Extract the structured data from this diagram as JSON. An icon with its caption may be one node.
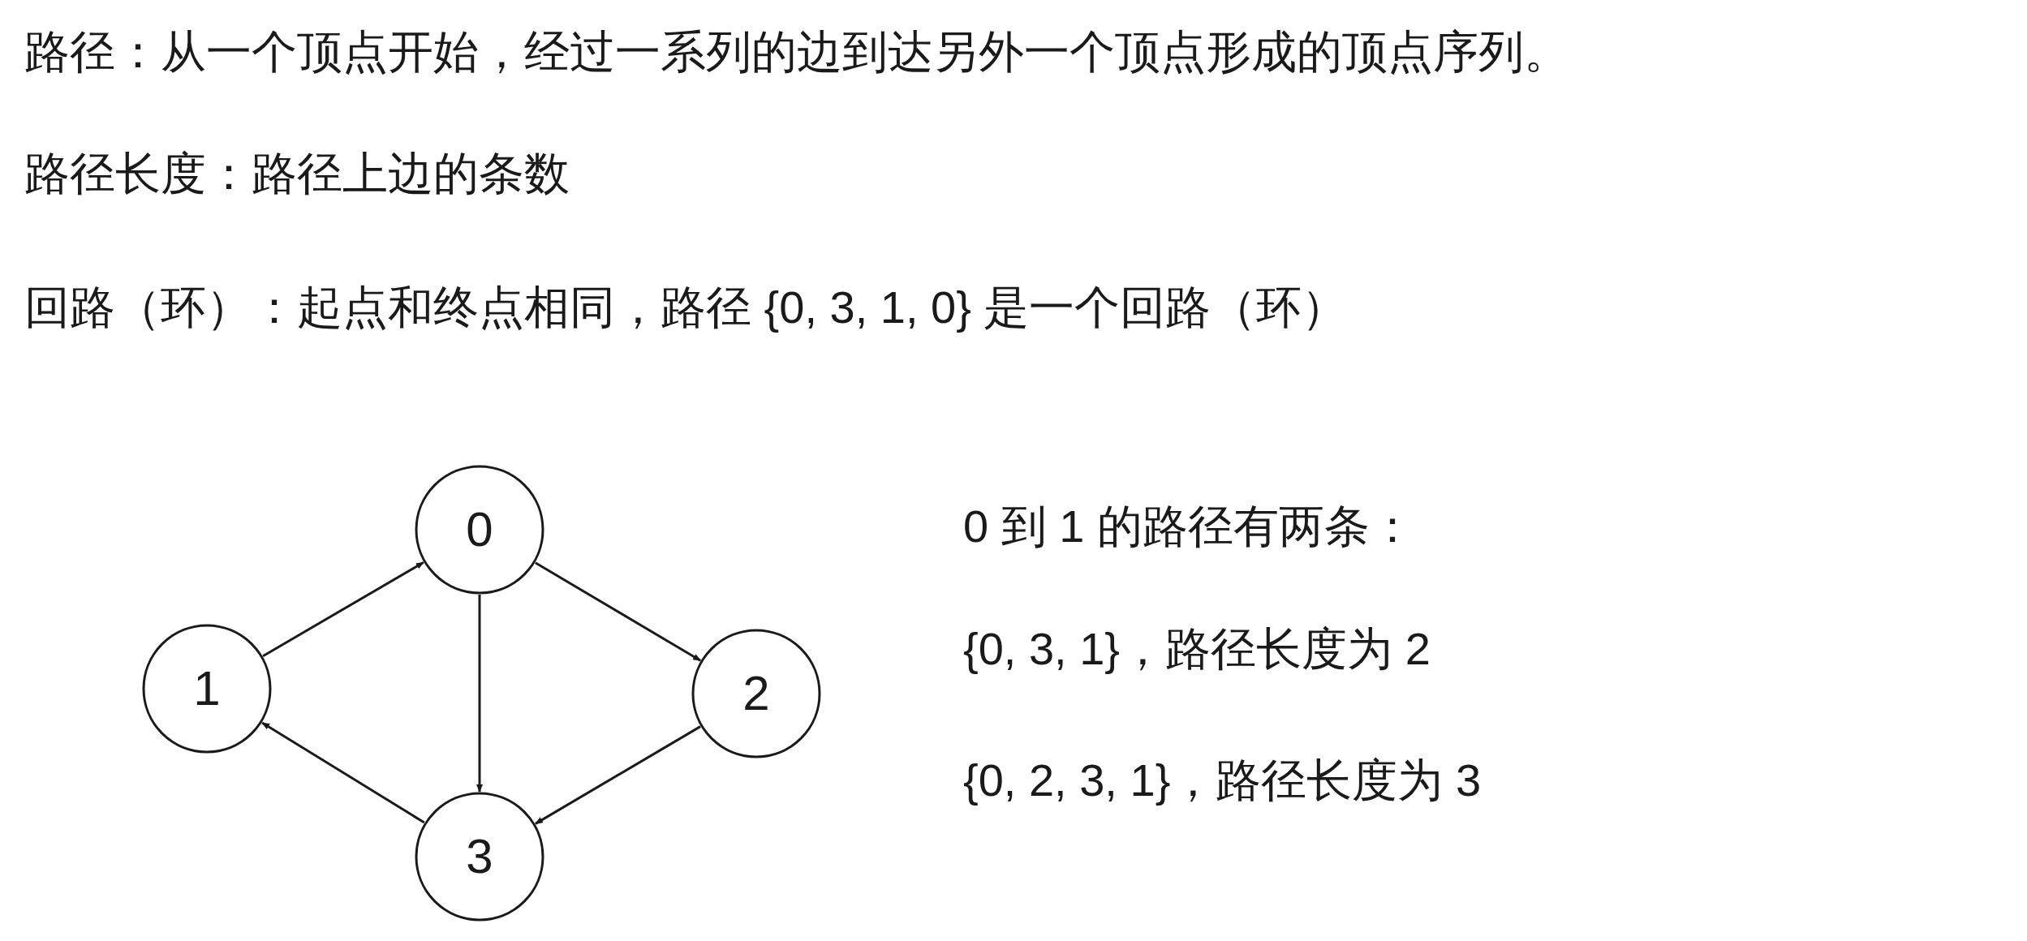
{
  "diagram": {
    "nodes": [
      {
        "text": [
          "0"
        ]
      },
      {
        "text": [
          "1"
        ]
      },
      {
        "text": [
          "2"
        ]
      },
      {
        "text": [
          "3"
        ]
      }
    ],
    "edges": [
      {
        "from": 1,
        "to": 0,
        "arrow": "to"
      },
      {
        "from": 0,
        "to": 2,
        "arrow": "to"
      },
      {
        "from": 0,
        "to": 3,
        "arrow": "to"
      },
      {
        "from": 2,
        "to": 3,
        "arrow": "to"
      },
      {
        "from": 3,
        "to": 1,
        "arrow": "to"
      }
    ],
    "labels": [
      "路径：从一个顶点开始，经过一系列的边到达另外一个顶点形成的顶点序列。",
      "路径长度：路径上边的条数",
      "回路（环）：起点和终点相同，路径 {0, 3, 1, 0} 是一个回路（环）",
      "0 到 1 的路径有两条：",
      "{0, 3, 1}，路径长度为 2",
      "{0, 2, 3, 1}，路径长度为 3"
    ]
  }
}
